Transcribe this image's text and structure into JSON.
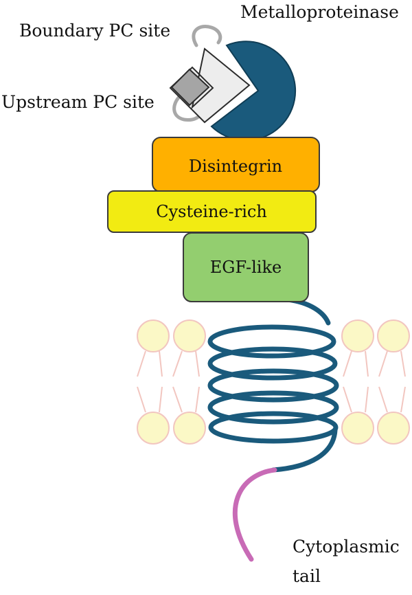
{
  "labels": {
    "metalloproteinase": "Metalloproteinase",
    "boundary_pc_site": "Boundary PC site",
    "upstream_pc_site": "Upstream PC site",
    "cytoplasmic": "Cytoplasmic",
    "tail": "tail"
  },
  "domains": {
    "disintegrin": "Disintegrin",
    "cysteine_rich": "Cysteine-rich",
    "egf_like": "EGF-like"
  },
  "colors": {
    "metalloproteinase": "#1a5a7c",
    "prodomain": "#ededed",
    "pc_site": "#a5a5a5",
    "loop": "#a8a8a8",
    "disintegrin": "#ffb000",
    "cysteine_rich": "#f2eb12",
    "egf_like": "#93ce6f",
    "helix": "#1a5a7c",
    "cytoplasmic_tail": "#c86bb6",
    "lipid_head": "#fbf8c6",
    "lipid_outline": "#f2c6c0"
  }
}
